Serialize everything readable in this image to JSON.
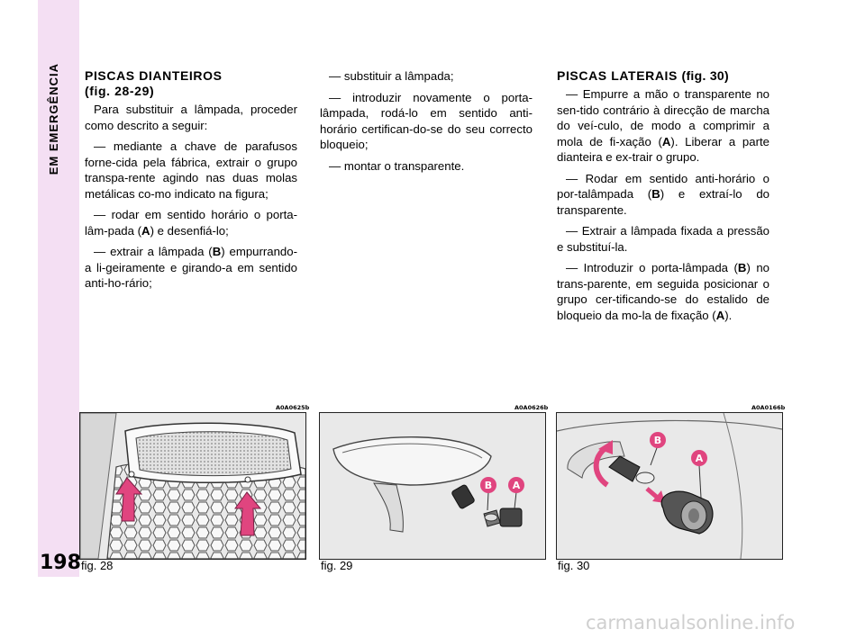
{
  "section_label": "EM EMERGÊNCIA",
  "page_number": "198",
  "col1": {
    "heading": "PISCAS DIANTEIROS",
    "heading_sub": "(fig. 28-29)",
    "p1": "Para substituir a lâmpada, proceder como descrito a seguir:",
    "p2": "— mediante a chave de parafusos forne-cida pela fábrica, extrair o grupo transpa-rente agindo nas duas molas metálicas co-mo indicato na figura;",
    "p3_a": "— rodar em sentido horário o porta-lâm-pada (",
    "p3_b": "A",
    "p3_c": ") e desenfiá-lo;",
    "p4_a": "— extrair a lâmpada (",
    "p4_b": "B",
    "p4_c": ") empurrando-a li-geiramente e girando-a em sentido anti-ho-rário;"
  },
  "col2": {
    "p1": "— substituir a lâmpada;",
    "p2": "— introduzir novamente o porta-lâmpada, rodá-lo em sentido anti-horário certifican-do-se do seu correcto bloqueio;",
    "p3": "— montar o transparente."
  },
  "col3": {
    "heading": "PISCAS LATERAIS",
    "heading_sub": "(fig. 30)",
    "p1_a": "— Empurre a mão o transparente no sen-tido contrário à direcção de marcha do veí-culo, de modo a comprimir a mola de fi-xação (",
    "p1_b": "A",
    "p1_c": "). Liberar a parte dianteira e ex-trair o grupo.",
    "p2_a": "— Rodar em sentido anti-horário o por-talâmpada (",
    "p2_b": "B",
    "p2_c": ") e extraí-lo do transparente.",
    "p3": "— Extrair a lâmpada fixada a pressão e substituí-la.",
    "p4_a": "— Introduzir o porta-lâmpada (",
    "p4_b": "B",
    "p4_c": ") no trans-parente, em seguida posicionar o grupo cer-tificando-se do estalido de bloqueio da mo-la de fixação (",
    "p4_d": "A",
    "p4_e": ")."
  },
  "figures": [
    {
      "code": "A0A0625b",
      "caption": "fig. 28"
    },
    {
      "code": "A0A0626b",
      "caption": "fig. 29",
      "label_b": "B",
      "label_a": "A"
    },
    {
      "code": "A0A0166b",
      "caption": "fig. 30",
      "label_b": "B",
      "label_a": "A"
    }
  ],
  "colors": {
    "sidebar": "#f4dff3",
    "badge": "#e0457f",
    "arrow": "#e0457f"
  },
  "watermark": "carmanualsonline.info"
}
